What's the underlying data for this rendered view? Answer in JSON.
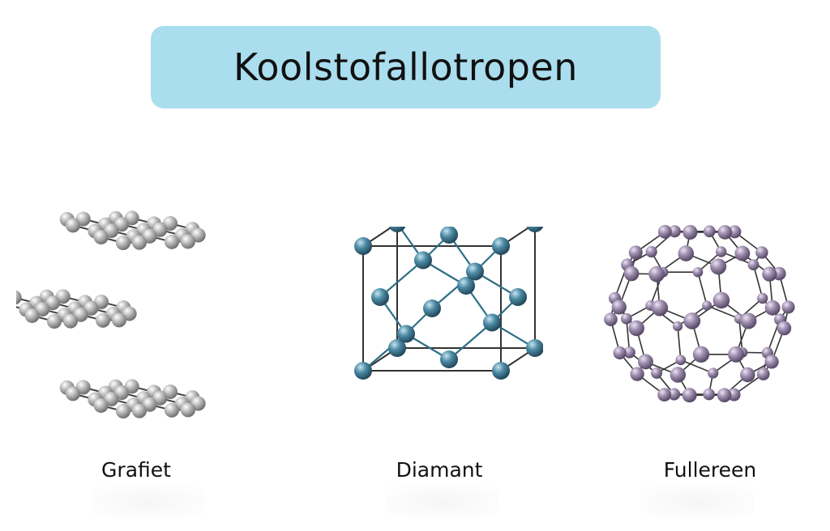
{
  "title": "Koolstofallotropen",
  "allotropes": [
    {
      "label": "Grafiet",
      "atom_color": "#bdbdbd",
      "icon": "graphite-structure-icon"
    },
    {
      "label": "Diamant",
      "atom_color": "#4d8ca6",
      "icon": "diamond-structure-icon"
    },
    {
      "label": "Fullereen",
      "atom_color": "#a08fb0",
      "icon": "fullerene-structure-icon"
    }
  ],
  "colors": {
    "banner": "#aadeee",
    "bond": "#333333"
  }
}
